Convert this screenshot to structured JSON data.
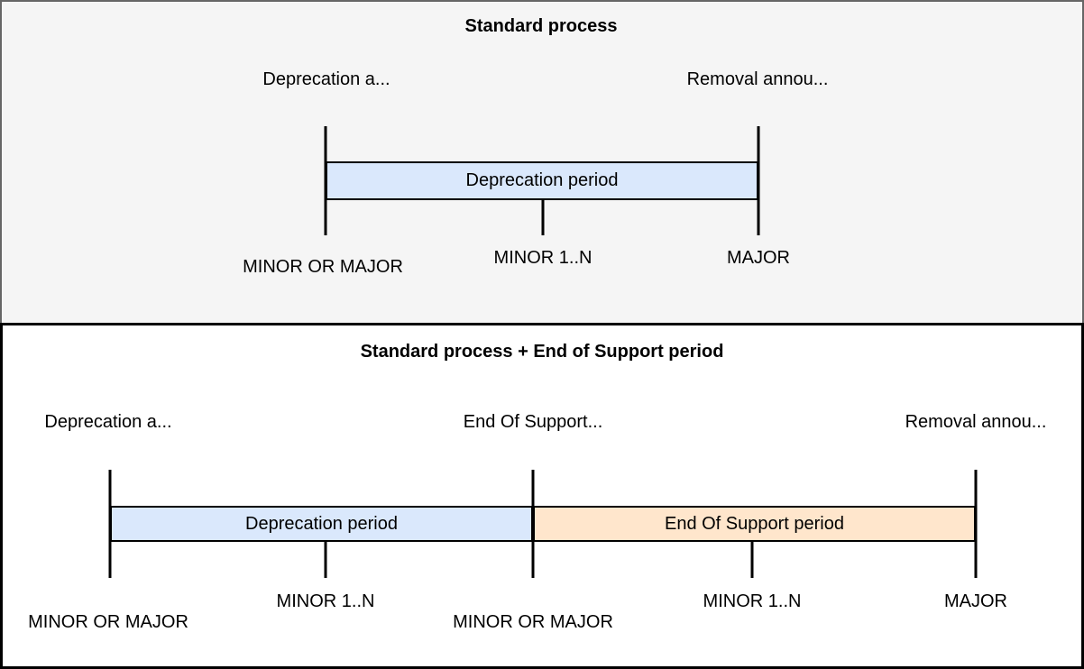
{
  "top_panel": {
    "title": "Standard process",
    "annotations": [
      "Deprecation a...",
      "Removal annou..."
    ],
    "bar_label": "Deprecation period",
    "milestones": [
      "MINOR OR MAJOR",
      "MINOR 1..N",
      "MAJOR"
    ]
  },
  "bottom_panel": {
    "title": "Standard process + End of Support period",
    "annotations": [
      "Deprecation a...",
      "End Of Support...",
      "Removal annou..."
    ],
    "deprecation_bar_label": "Deprecation period",
    "eos_bar_label": "End Of Support period",
    "milestones": [
      "MINOR OR MAJOR",
      "MINOR 1..N",
      "MINOR OR MAJOR",
      "MINOR 1..N",
      "MAJOR"
    ]
  },
  "colors": {
    "top_panel_background": "#f5f5f5",
    "top_panel_border": "#666666",
    "bottom_panel_background": "#ffffff",
    "bottom_panel_border": "#000000",
    "deprecation_period_fill": "#dae8fc",
    "end_of_support_period_fill": "#ffe6cc",
    "line": "#000000",
    "text": "#000000"
  }
}
